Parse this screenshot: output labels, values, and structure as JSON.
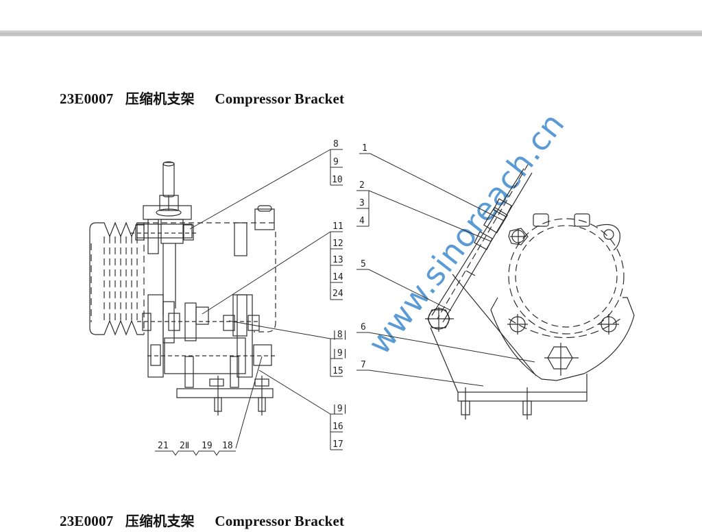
{
  "page": {
    "header_rule": "gray-divider",
    "title": {
      "code": "23E0007",
      "chinese": "压缩机支架",
      "english": "Compressor Bracket"
    },
    "footer_title": {
      "code": "23E0007",
      "chinese": "压缩机支架",
      "english": "Compressor Bracket"
    },
    "watermark": "www.sinoreach.cn",
    "colors": {
      "line": "#2a2a2a",
      "watermark": "#5b9bd5",
      "rule": "#c4c4c4"
    }
  },
  "callouts": {
    "left_group_a": [
      "8",
      "9",
      "10"
    ],
    "left_group_b": [
      "11",
      "12",
      "13",
      "14",
      "24"
    ],
    "left_group_c": [
      "|8|",
      "|9|",
      "15"
    ],
    "left_group_d": [
      "|9|",
      "16",
      "17"
    ],
    "bottom_row": [
      "21",
      "2Ⅱ",
      "19",
      "18"
    ],
    "right_single_1": "1",
    "right_group_2": [
      "2",
      "3",
      "4"
    ],
    "right_single_5": "5",
    "right_single_6": "6",
    "right_single_7": "7"
  }
}
